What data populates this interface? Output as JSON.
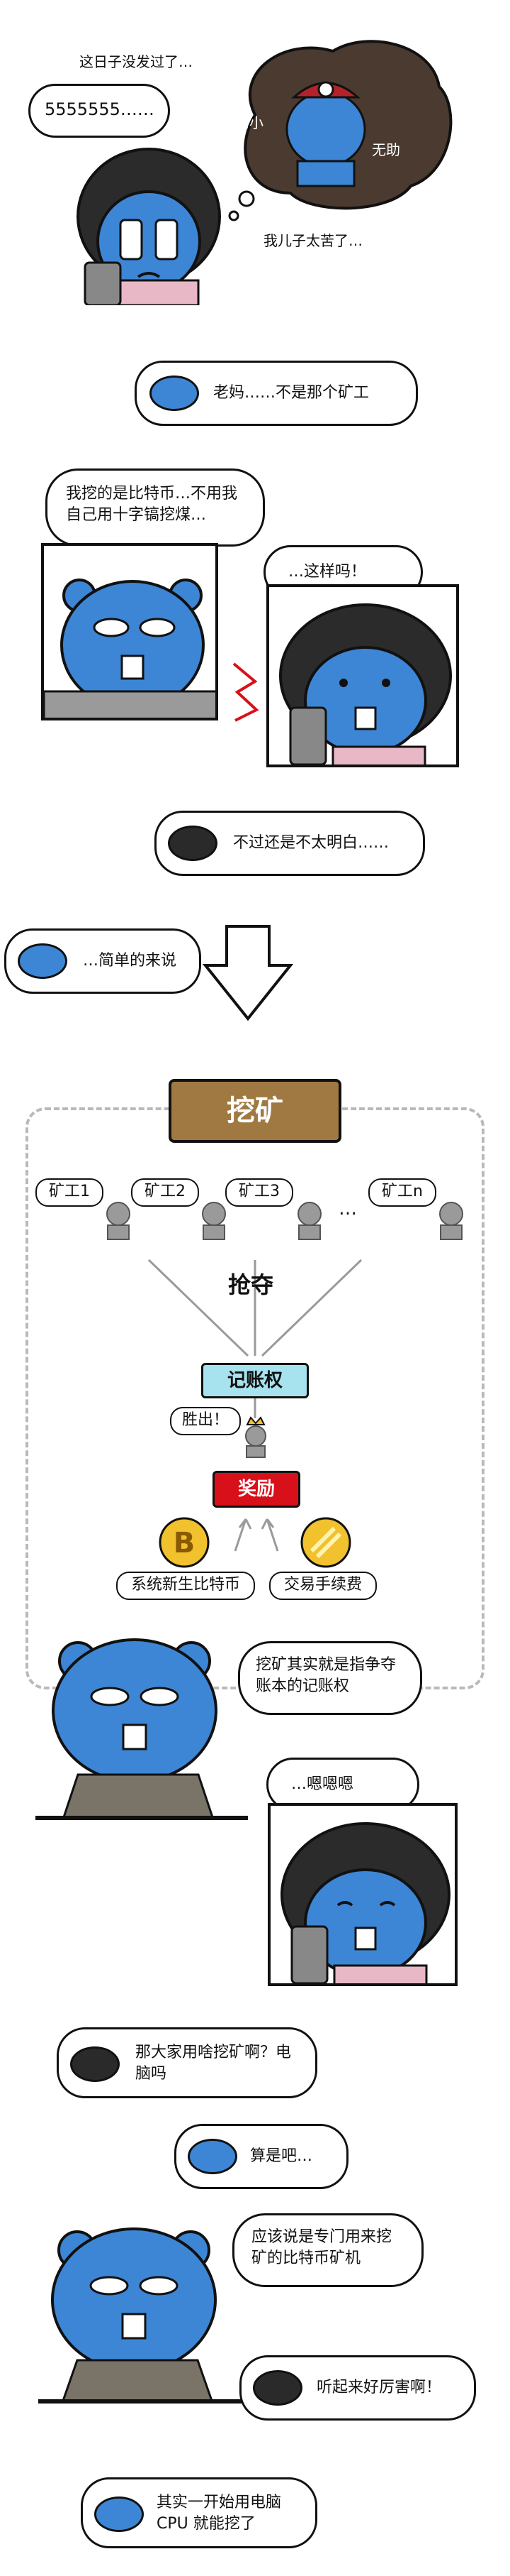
{
  "scene1": {
    "caption_top": "这日子没发过了…",
    "bubble_cry": "5555555……",
    "thought_label_weak": "弱小",
    "thought_label_helpless": "无助",
    "caption_bottom": "我儿子太苦了…"
  },
  "bubble_mom_not_miner": "老妈……不是那个矿工",
  "bubble_bitcoin_explain": "我挖的是比特币…不用我自己用十字镐挖煤…",
  "bubble_is_that_so": "…这样吗！",
  "bubble_still_confused": "不过还是不太明白……",
  "bubble_simply_put": "…简单的来说",
  "diagram": {
    "title": "挖矿",
    "miners": [
      "矿工1",
      "矿工2",
      "矿工3",
      "矿工n"
    ],
    "ellipsis": "…",
    "compete": "抢夺",
    "ledger_right": "记账权",
    "winner": "胜出！",
    "reward": "奖励",
    "reward_source_1": "系统新生比特币",
    "reward_source_2": "交易手续费"
  },
  "bubble_mining_meaning": "挖矿其实就是指争夺账本的记账权",
  "bubble_hmm": "…嗯嗯嗯",
  "bubble_what_machine": "那大家用啥挖矿啊？电脑吗",
  "bubble_kind_of": "算是吧…",
  "bubble_dedicated_rig": "应该说是专门用来挖矿的比特币矿机",
  "bubble_sounds_powerful": "听起来好厉害啊！",
  "bubble_cpu_start": "其实一开始用电脑CPU 就能挖了",
  "colors": {
    "son_blue": "#3d86d6",
    "diagram_title_bg": "#a07942",
    "ledger_bg": "#a6e3ee",
    "reward_bg": "#d8101a",
    "coin_gold": "#f2c12e",
    "dashed_border": "#b9b9b9"
  }
}
